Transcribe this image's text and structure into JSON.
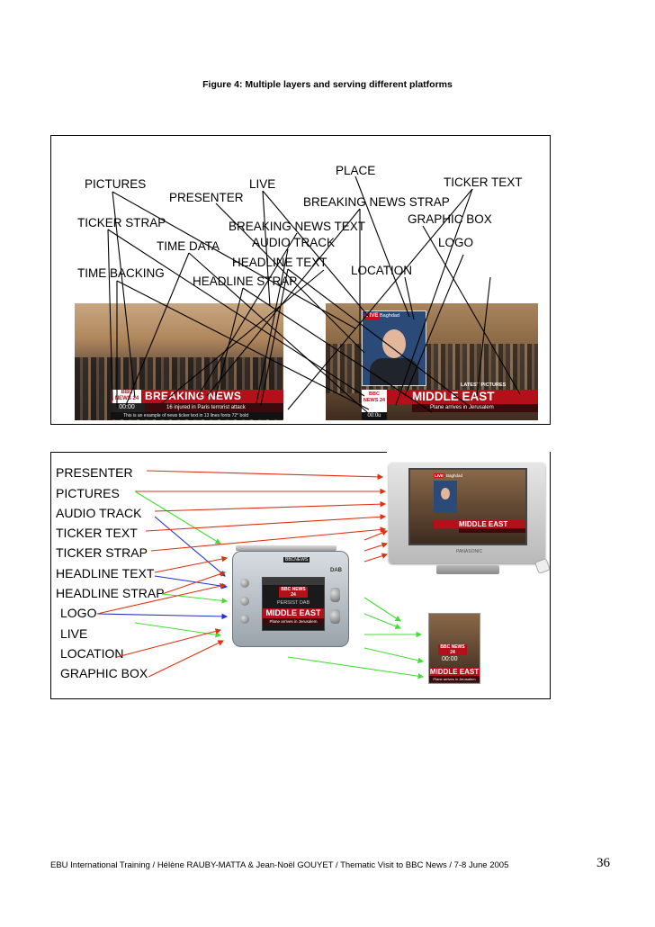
{
  "caption": "Figure 4: Multiple layers and serving different platforms",
  "upper_labels": {
    "place": "PLACE",
    "pictures": "PICTURES",
    "live": "LIVE",
    "ticker_text": "TICKER TEXT",
    "presenter": "PRESENTER",
    "breaking_news_strap": "BREAKING NEWS STRAP",
    "graphic_box": "GRAPHIC BOX",
    "ticker_strap": "TICKER STRAP",
    "breaking_news_text": "BREAKING NEWS TEXT",
    "time_data": "TIME DATA",
    "audio_track": "AUDIO TRACK",
    "logo": "LOGO",
    "headline_text": "HEADLINE TEXT",
    "location": "LOCATION",
    "time_backing": "TIME BACKING",
    "headline_strap": "HEADLINE STRAP"
  },
  "screen1": {
    "logo": "BBC NEWS 24",
    "breaking": "BREAKING NEWS",
    "time": "00:00",
    "headline": "16 injured in Paris terrorist attack",
    "ticker": "This is an example of news ticker text in 13 lines fonts 72° bold"
  },
  "screen2": {
    "live": "LIVE",
    "place": "Baghdad",
    "latest": "LATEST PICTURES",
    "logo": "BBC NEWS 24",
    "strap": "MIDDLE EAST",
    "subhead": "Plane arrives in Jerusalem",
    "time": "00:0u"
  },
  "layer_list": [
    "PRESENTER",
    "PICTURES",
    "AUDIO TRACK",
    "TICKER TEXT",
    "TICKER STRAP",
    "HEADLINE TEXT",
    "HEADLINE STRAP",
    "LOGO",
    "LIVE",
    "LOCATION",
    "GRAPHIC BOX"
  ],
  "tv": {
    "strap": "MIDDLE EAST",
    "live": "LIVE",
    "place": "Baghdad",
    "brand": "PANASONIC"
  },
  "radio": {
    "top_badge": "BBCNEWS",
    "dab": "DAB",
    "logo": "BBC NEWS 24",
    "strap": "MIDDLE EAST",
    "sub": "Plane arrives in Jerusalem",
    "persist": "PERSIST DAB"
  },
  "phone": {
    "logo": "BBC NEWS 24",
    "time": "00:00",
    "strap": "MIDDLE EAST",
    "sub": "Plane arrives in Jerusalem"
  },
  "footer": "EBU International Training / Hélène RAUBY-MATTA & Jean-Noël GOUYET / Thematic Visit to BBC News / 7-8 June 2005",
  "page_number": "36",
  "colors": {
    "bbc_red": "#b4101a",
    "arrow_red": "#e03010",
    "arrow_green": "#44dd33",
    "arrow_blue": "#2233cc"
  }
}
